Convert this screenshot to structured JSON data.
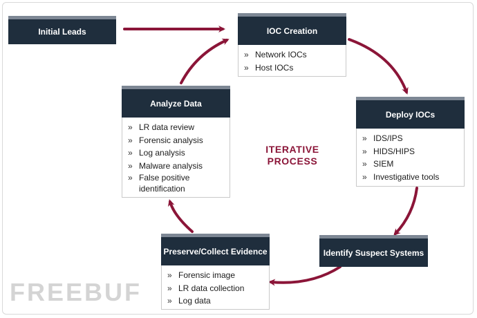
{
  "nodes": {
    "initial_leads": {
      "title": "Initial Leads"
    },
    "ioc_creation": {
      "title": "IOC Creation",
      "items": [
        "Network IOCs",
        "Host IOCs"
      ]
    },
    "deploy_iocs": {
      "title": "Deploy IOCs",
      "items": [
        "IDS/IPS",
        "HIDS/HIPS",
        "SIEM",
        "Investigative tools"
      ]
    },
    "identify_suspect": {
      "title": "Identify Suspect Systems"
    },
    "preserve_collect": {
      "title": "Preserve/Collect Evidence",
      "items": [
        "Forensic image",
        "LR data collection",
        "Log data"
      ]
    },
    "analyze_data": {
      "title": "Analyze Data",
      "items": [
        "LR data review",
        "Forensic analysis",
        "Log analysis",
        "Malware analysis",
        "False positive identification"
      ]
    }
  },
  "center_label": {
    "line1": "ITERATIVE",
    "line2": "PROCESS"
  },
  "watermark": "FREEBUF",
  "colors": {
    "header_bg": "#1f2e3d",
    "header_top": "#7d8794",
    "arrow": "#8b1538",
    "center_label": "#8b1538"
  }
}
